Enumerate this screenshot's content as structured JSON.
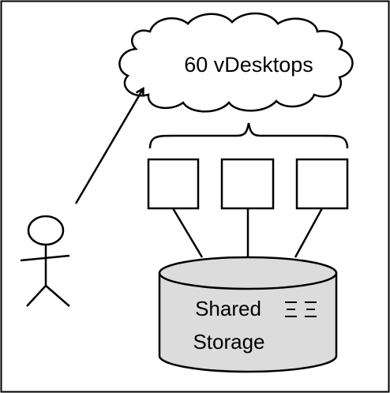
{
  "cloud": {
    "label": "60 vDesktops"
  },
  "storage": {
    "label_line1": "Shared",
    "label_line2": "Storage",
    "icon": "disk-stack-icon"
  },
  "hosts": [
    {
      "icon": "host-box"
    },
    {
      "icon": "host-box"
    },
    {
      "icon": "host-box"
    }
  ],
  "user": {
    "icon": "stick-figure-user-icon"
  },
  "colors": {
    "stroke": "#000000",
    "background": "#ffffff",
    "storage_fill": "#dcdcdc"
  }
}
